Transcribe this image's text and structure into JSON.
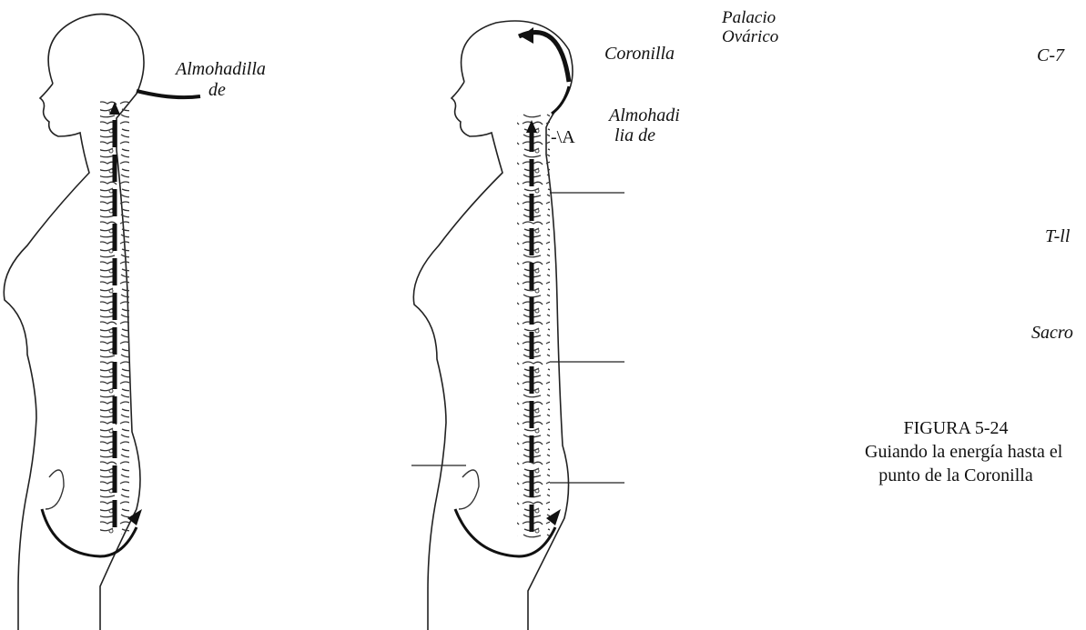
{
  "labels": {
    "left_pad_line1": "Almohadilla",
    "left_pad_line2": "de",
    "crown": "Coronilla",
    "palace_line1": "Palacio",
    "palace_line2": "Ovárico",
    "c7": "C-7",
    "mid_pad_line1": "Almohadi",
    "mid_pad_line2": "lia de",
    "arrow_mark": "-\\A",
    "t11": "T-ll",
    "sacrum": "Sacro"
  },
  "caption": {
    "figure_number": "FIGURA 5-24",
    "line1": "Guiando la energía hasta el",
    "line2": "punto de la Coronilla"
  }
}
